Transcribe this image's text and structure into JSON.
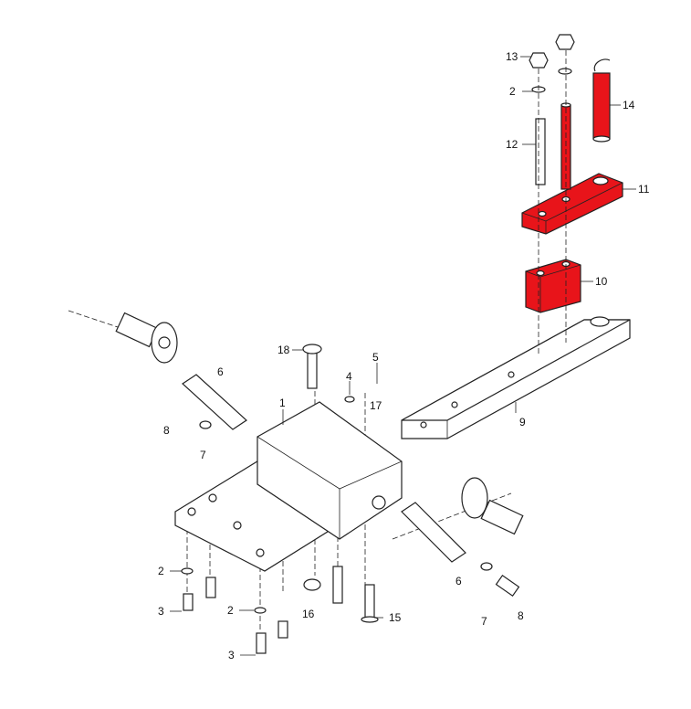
{
  "colors": {
    "highlight": "#e8141a",
    "line": "#222222"
  },
  "callouts": [
    "13",
    "2",
    "12",
    "14",
    "11",
    "10",
    "9",
    "18",
    "5",
    "4",
    "17",
    "1",
    "6",
    "8",
    "7",
    "2",
    "3",
    "2",
    "3",
    "16",
    "15",
    "6",
    "7",
    "8"
  ]
}
